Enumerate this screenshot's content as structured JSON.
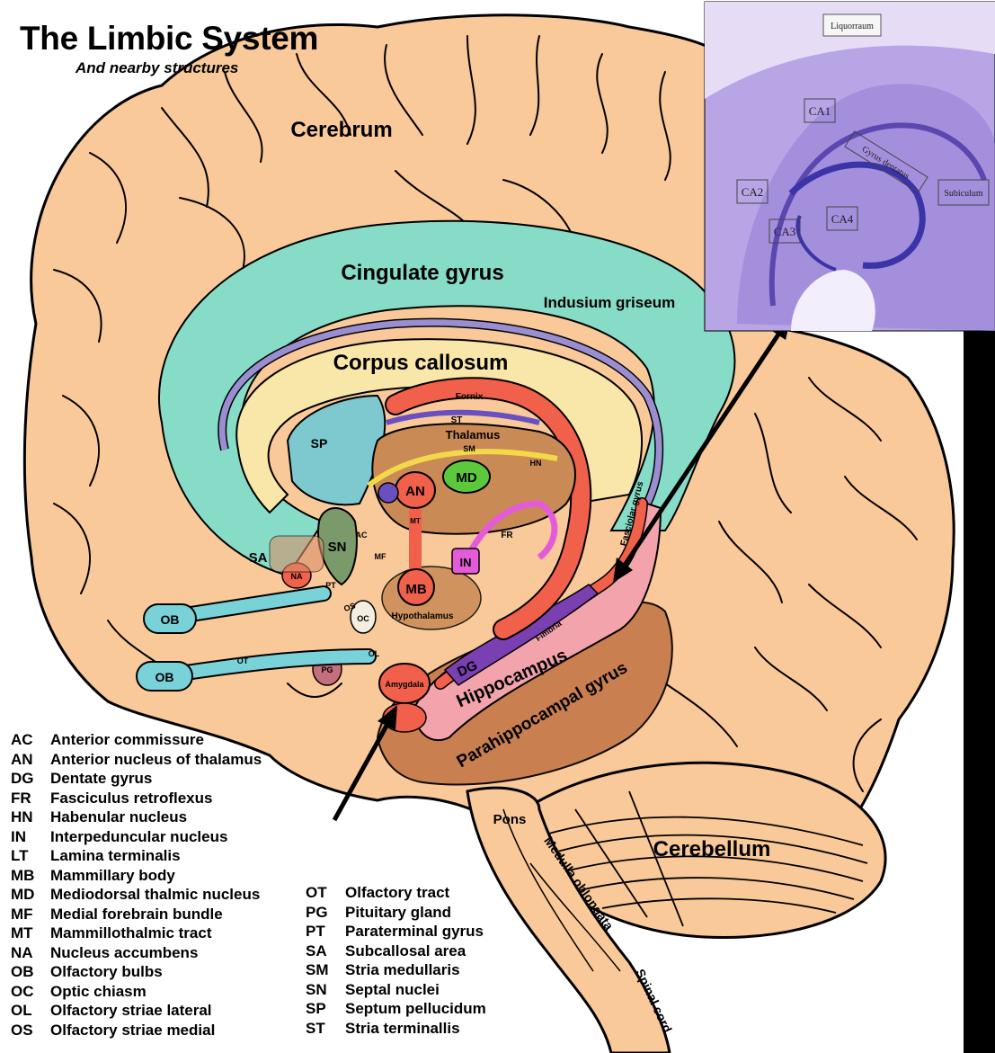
{
  "title": "The Limbic System",
  "subtitle": "And nearby structures",
  "labels": {
    "cerebrum": "Cerebrum",
    "cingulate": "Cingulate gyrus",
    "indusium": "Indusium griseum",
    "corpus": "Corpus callosum",
    "fornix": "Fornix",
    "st": "ST",
    "thalamus": "Thalamus",
    "sm": "SM",
    "hn": "HN",
    "sp": "SP",
    "md": "MD",
    "an": "AN",
    "mt": "MT",
    "sn": "SN",
    "sa": "SA",
    "na": "NA",
    "pt": "PT",
    "ac": "AC",
    "mf": "MF",
    "fr": "FR",
    "in": "IN",
    "mb": "MB",
    "hypothalamus": "Hypothalamus",
    "oc": "OC",
    "os": "OS",
    "ol": "OL",
    "ot": "OT",
    "pg": "PG",
    "ob1": "OB",
    "ob2": "OB",
    "amygdala": "Amygdala",
    "dg": "DG",
    "fimbria": "Fimbria",
    "fasciolar": "Fasciolar gyrus",
    "hippocampus": "Hippocampus",
    "parahippocampal": "Parahippocampal gyrus",
    "pons": "Pons",
    "medulla": "Medulla oblongata",
    "spinal": "Spinal cord",
    "cerebellum": "Cerebellum"
  },
  "inset": {
    "liquor": "Liquorraum",
    "ca1": "CA1",
    "ca2": "CA2",
    "ca3": "CA3",
    "ca4": "CA4",
    "gyrus_dentatus": "Gyrus dentatus",
    "subiculum": "Subiculum"
  },
  "legend_left": [
    {
      "abbr": "AC",
      "name": "Anterior commissure"
    },
    {
      "abbr": "AN",
      "name": "Anterior nucleus of thalamus"
    },
    {
      "abbr": "DG",
      "name": "Dentate gyrus"
    },
    {
      "abbr": "FR",
      "name": "Fasciculus retroflexus"
    },
    {
      "abbr": "HN",
      "name": "Habenular nucleus"
    },
    {
      "abbr": "IN",
      "name": "Interpeduncular nucleus"
    },
    {
      "abbr": "LT",
      "name": "Lamina terminalis"
    },
    {
      "abbr": "MB",
      "name": "Mammillary body"
    },
    {
      "abbr": "MD",
      "name": "Mediodorsal thalmic nucleus"
    },
    {
      "abbr": "MF",
      "name": "Medial forebrain bundle"
    },
    {
      "abbr": "MT",
      "name": "Mammillothalmic tract"
    },
    {
      "abbr": "NA",
      "name": "Nucleus accumbens"
    },
    {
      "abbr": "OB",
      "name": "Olfactory bulbs"
    },
    {
      "abbr": "OC",
      "name": "Optic chiasm"
    },
    {
      "abbr": "OL",
      "name": "Olfactory striae lateral"
    },
    {
      "abbr": "OS",
      "name": "Olfactory striae medial"
    }
  ],
  "legend_right": [
    {
      "abbr": "OT",
      "name": "Olfactory tract"
    },
    {
      "abbr": "PG",
      "name": "Pituitary gland"
    },
    {
      "abbr": "PT",
      "name": "Paraterminal gyrus"
    },
    {
      "abbr": "SA",
      "name": "Subcallosal area"
    },
    {
      "abbr": "SM",
      "name": "Stria medullaris"
    },
    {
      "abbr": "SN",
      "name": "Septal nuclei"
    },
    {
      "abbr": "SP",
      "name": "Septum pellucidum"
    },
    {
      "abbr": "ST",
      "name": "Stria terminallis"
    }
  ],
  "colors": {
    "brain": "#f9c99a",
    "cingulate": "#86dcc7",
    "corpus": "#f9e6a9",
    "fornix": "#f0604a",
    "thalamus": "#c98a55",
    "hippocampus": "#f3a3ac",
    "parahippocampal": "#c87c4d",
    "dentate": "#7a3fb0",
    "olfactory": "#7ad2d9",
    "md": "#5cc93c",
    "in": "#e45bd9",
    "inset_bg": "#b8a5e6"
  }
}
